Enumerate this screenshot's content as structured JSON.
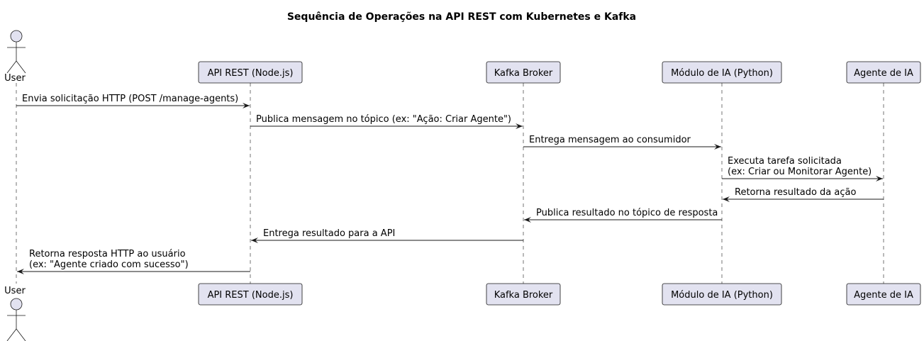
{
  "title": "Sequência de Operações na API REST com Kubernetes e Kafka",
  "participants": [
    {
      "id": "user",
      "label": "User",
      "kind": "actor"
    },
    {
      "id": "api",
      "label": "API REST (Node.js)",
      "kind": "box"
    },
    {
      "id": "kafka",
      "label": "Kafka Broker",
      "kind": "box"
    },
    {
      "id": "ia",
      "label": "Módulo de IA (Python)",
      "kind": "box"
    },
    {
      "id": "agente",
      "label": "Agente de IA",
      "kind": "box"
    }
  ],
  "messages": [
    {
      "from": "user",
      "to": "api",
      "lines": [
        "Envia solicitação HTTP (POST /manage-agents)"
      ]
    },
    {
      "from": "api",
      "to": "kafka",
      "lines": [
        "Publica mensagem no tópico (ex: \"Ação: Criar Agente\")"
      ]
    },
    {
      "from": "kafka",
      "to": "ia",
      "lines": [
        "Entrega mensagem ao consumidor"
      ]
    },
    {
      "from": "ia",
      "to": "agente",
      "lines": [
        "Executa tarefa solicitada",
        "(ex: Criar ou Monitorar Agente)"
      ]
    },
    {
      "from": "agente",
      "to": "ia",
      "lines": [
        "Retorna resultado da ação"
      ]
    },
    {
      "from": "ia",
      "to": "kafka",
      "lines": [
        "Publica resultado no tópico de resposta"
      ]
    },
    {
      "from": "kafka",
      "to": "api",
      "lines": [
        "Entrega resultado para a API"
      ]
    },
    {
      "from": "api",
      "to": "user",
      "lines": [
        "Retorna resposta HTTP ao usuário",
        "(ex: \"Agente criado com sucesso\")"
      ]
    }
  ],
  "colors": {
    "participant_fill": "#E2E2F0",
    "stroke": "#181818"
  }
}
